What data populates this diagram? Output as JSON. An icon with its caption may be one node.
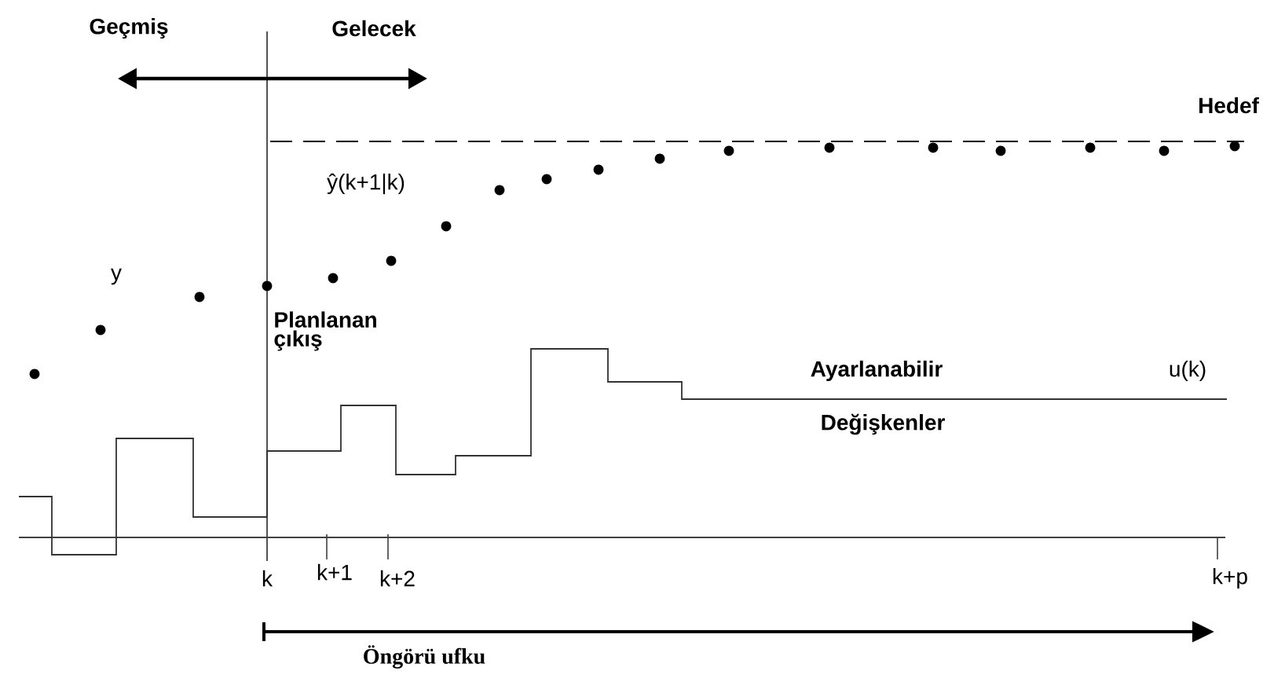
{
  "diagram": {
    "labels": [
      "Geçmiş",
      "Gelecek",
      "Hedef",
      "ŷ(k+1|k)",
      "y",
      "Planlanan çıkış",
      "Ayarlanabilir",
      "u(k)",
      "Değişkenler",
      "k",
      "k+1",
      "k+2",
      "k+p",
      "Öngörü ufku"
    ]
  }
}
